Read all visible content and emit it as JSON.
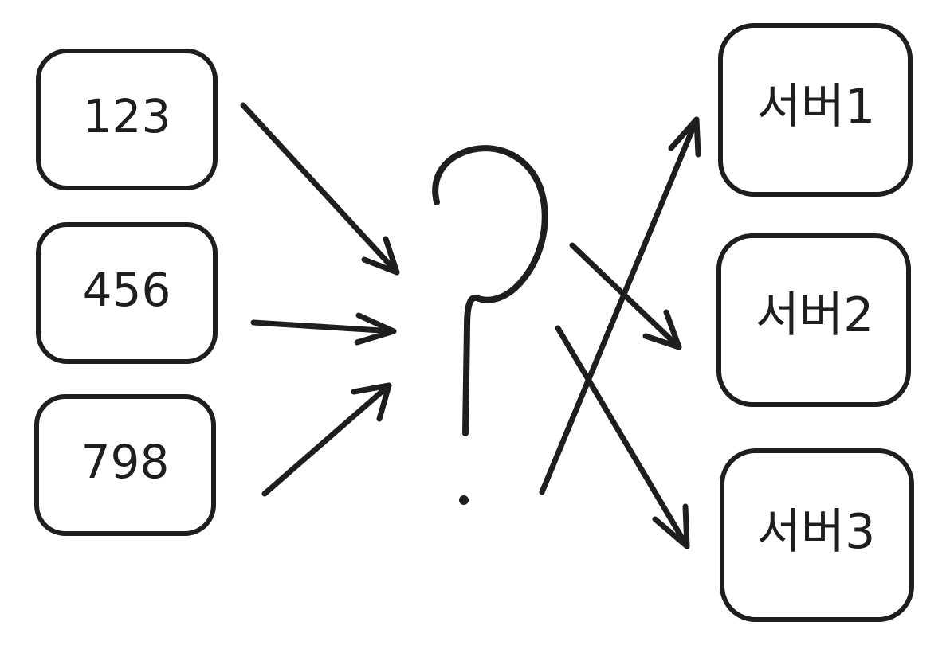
{
  "diagram": {
    "inputs": [
      {
        "label": "123"
      },
      {
        "label": "456"
      },
      {
        "label": "798"
      }
    ],
    "center_symbol": "?",
    "servers": [
      {
        "label": "서버1"
      },
      {
        "label": "서버2"
      },
      {
        "label": "서버3"
      }
    ],
    "colors": {
      "stroke": "#1e1e1e",
      "background": "#ffffff"
    }
  }
}
